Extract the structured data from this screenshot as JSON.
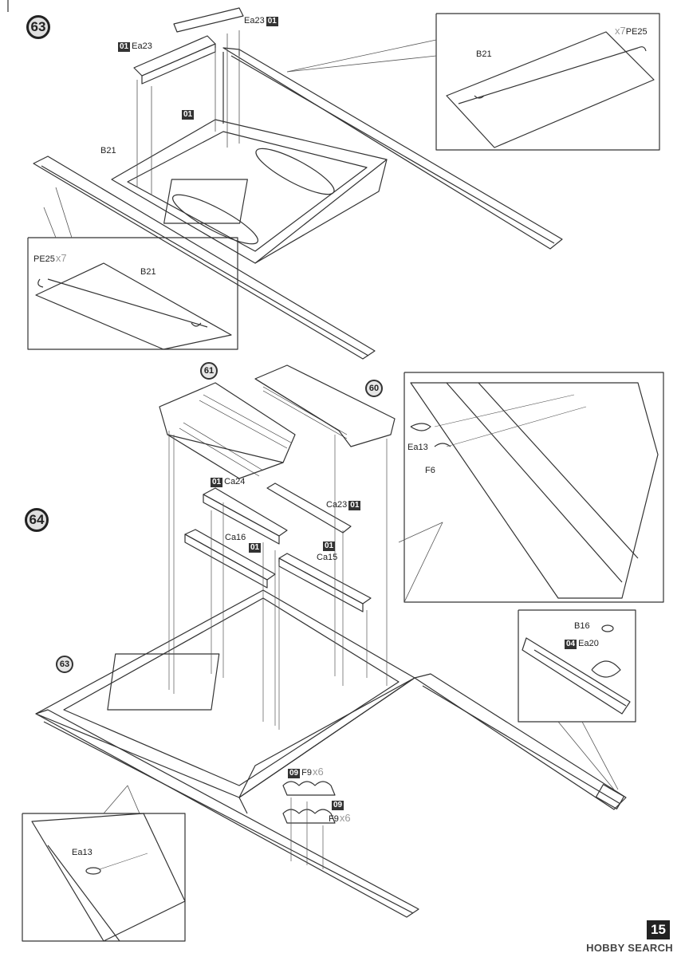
{
  "steps": {
    "s63": "63",
    "s64": "64"
  },
  "refs": {
    "r61": "61",
    "r60": "60",
    "r63": "63"
  },
  "parts": {
    "ea23_a": {
      "tag": "01",
      "name": "Ea23"
    },
    "ea23_b": {
      "tag": "01",
      "name": "Ea23"
    },
    "tag01_alone": "01",
    "b21_a": "B21",
    "b21_b": "B21",
    "b21_c": "B21",
    "pe25_a": {
      "name": "PE25",
      "qty": "x7"
    },
    "pe25_b": {
      "name": "PE25",
      "qty": "x7"
    },
    "ca24": {
      "tag": "01",
      "name": "Ca24"
    },
    "ca23": {
      "tag": "01",
      "name": "Ca23"
    },
    "ca16": {
      "tag": "01",
      "name": "Ca16"
    },
    "ca15": {
      "tag": "01",
      "name": "Ca15"
    },
    "ea13_a": "Ea13",
    "ea13_b": "Ea13",
    "f6": "F6",
    "b16": "B16",
    "ea20": {
      "tag": "04",
      "name": "Ea20"
    },
    "f9_a": {
      "tag": "09",
      "name": "F9",
      "qty": "x6"
    },
    "f9_b": {
      "tag": "09",
      "name": "F9",
      "qty": "x6"
    }
  },
  "page_number": "15",
  "watermark": "HOBBY SEARCH"
}
